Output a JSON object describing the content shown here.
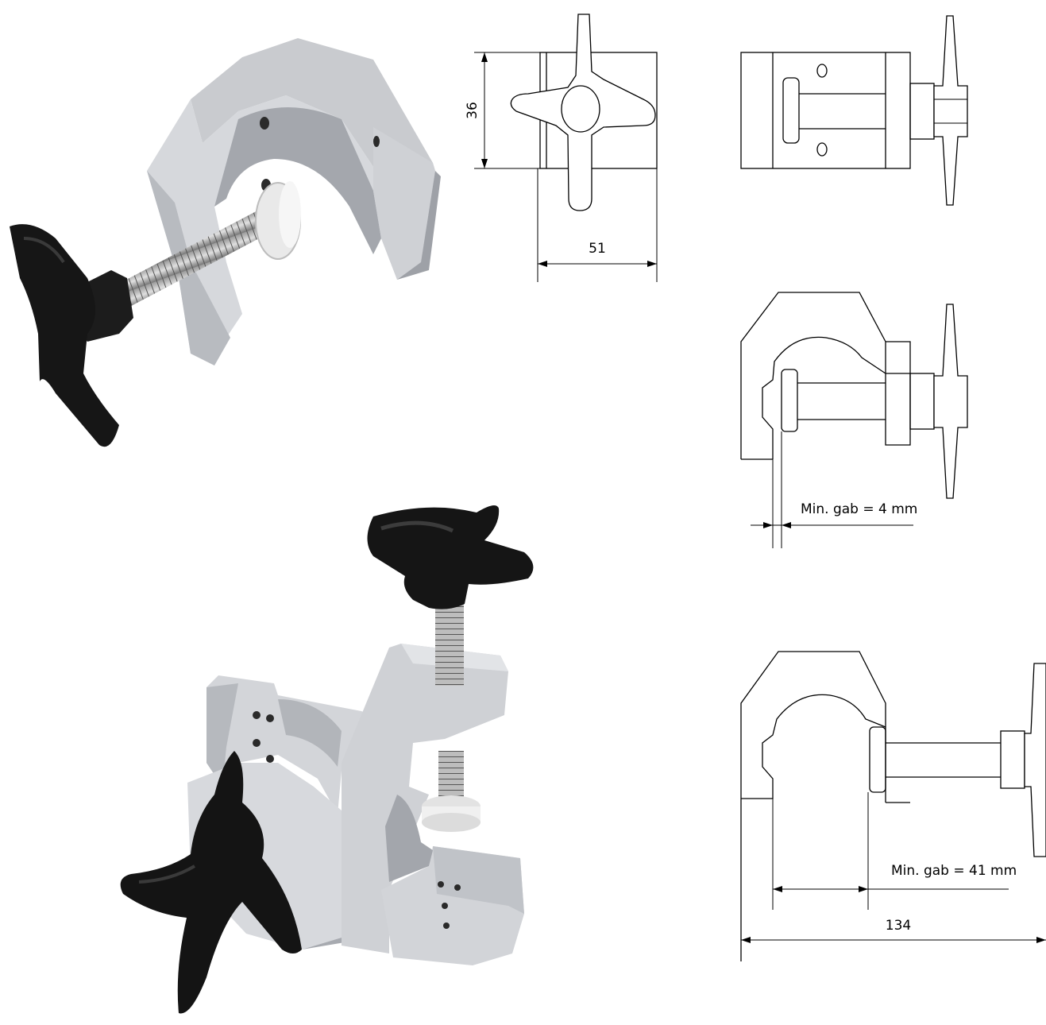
{
  "dimensions": {
    "height": "36",
    "width": "51",
    "gap_small": "Min. gab = 4 mm",
    "gap_large": "Min. gab = 41 mm",
    "overall": "134"
  },
  "colors": {
    "aluminum": "#d4d6da",
    "aluminum_shadow": "#a9acb2",
    "aluminum_light": "#eceef0",
    "knob": "#141414",
    "pad": "#eeeeee",
    "line": "#000000"
  }
}
